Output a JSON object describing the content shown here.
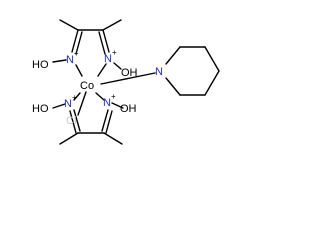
{
  "molecule": {
    "atoms": {
      "ho_upper_left": "HO",
      "n_upper_left": "N",
      "n_upper_left_charge": "+",
      "n_upper_right": "N",
      "n_upper_right_charge": "+",
      "oh_upper_right": "OH",
      "co": "Co",
      "n_piperidine": "N",
      "ho_lower_left": "HO",
      "n_lower_left": "N",
      "n_lower_left_charge": "+",
      "n_lower_right": "N",
      "n_lower_right_charge": "+",
      "oh_lower_right": "OH",
      "cl": "Cl"
    },
    "colors": {
      "bond": "#000000",
      "nitrogen": "#1f2fc8",
      "chlorine": "#c8c8c8"
    }
  }
}
